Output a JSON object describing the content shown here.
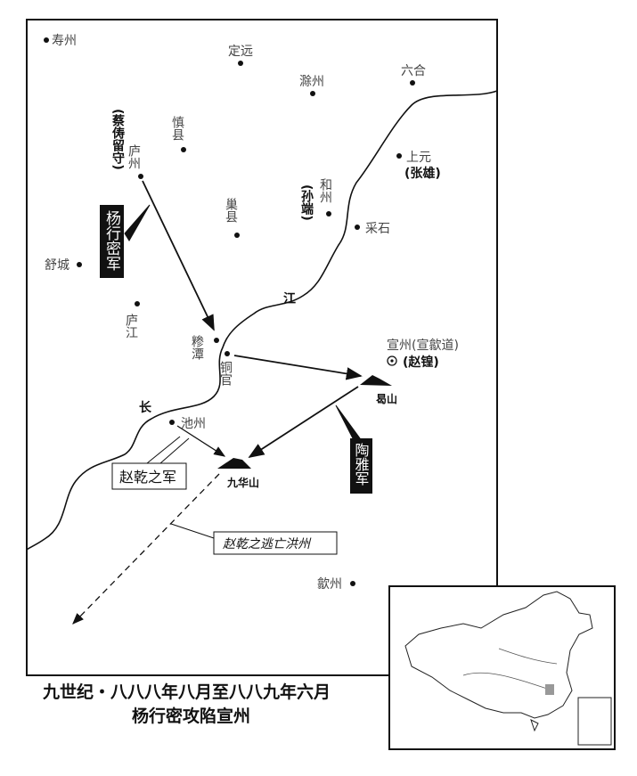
{
  "places": {
    "shouzhou": "寿州",
    "dingyuan": "定远",
    "chuzhou": "滁州",
    "liuhe": "六合",
    "shenxian": "慎县",
    "luzhou": "庐州",
    "shucheng": "舒城",
    "chaoxian": "巢县",
    "hezhou": "和州",
    "caishi": "采石",
    "shangyuan": "上元",
    "lujiang": "庐江",
    "santan": "糁潭",
    "tongguan": "铜官",
    "chizhou": "池州",
    "xuanzhou": "宣州(宣歙道)",
    "shezhou": "歙州",
    "geshan": "曷山",
    "jiuhuashan": "九华山"
  },
  "commanders": {
    "cai": "(蔡俦留守)",
    "zhangxiong": "(张雄)",
    "sunduan": "(孙端)",
    "zhaohuang": "(赵锽)"
  },
  "river": {
    "chang": "长",
    "jiang": "江"
  },
  "armies": {
    "yang": "杨行密军",
    "tao": "陶雅军",
    "zhao": "赵乾之军",
    "escape": "赵乾之逃亡洪州"
  },
  "caption": {
    "line1": "九世纪・八八八年八月至八八九年六月",
    "line2": "杨行密攻陷宣州"
  }
}
